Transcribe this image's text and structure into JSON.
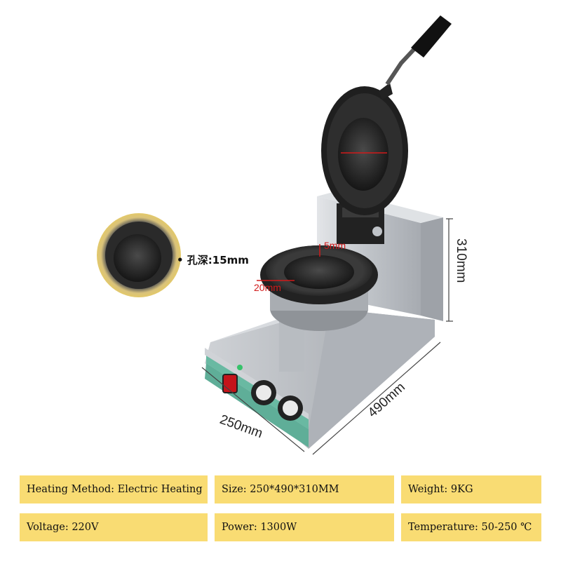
{
  "dimensions": {
    "height": "310mm",
    "depth": "490mm",
    "width": "250mm",
    "top_offset": "5mm",
    "rim": "20mm"
  },
  "callout": {
    "hole_depth": "• 孔深:15mm"
  },
  "specs": [
    [
      "Heating Method: Electric Heating",
      "Size: 250*490*310MM",
      "Weight: 9KG"
    ],
    [
      "Voltage: 220V",
      "Power: 1300W",
      "Temperature: 50-250 ℃"
    ]
  ],
  "colors": {
    "spec_background": "#f9dc73",
    "panel_green": "#5fae98",
    "steel": "#c9ccd1",
    "mold_black": "#2a2a2a",
    "dimension_red": "#d11a1a"
  }
}
